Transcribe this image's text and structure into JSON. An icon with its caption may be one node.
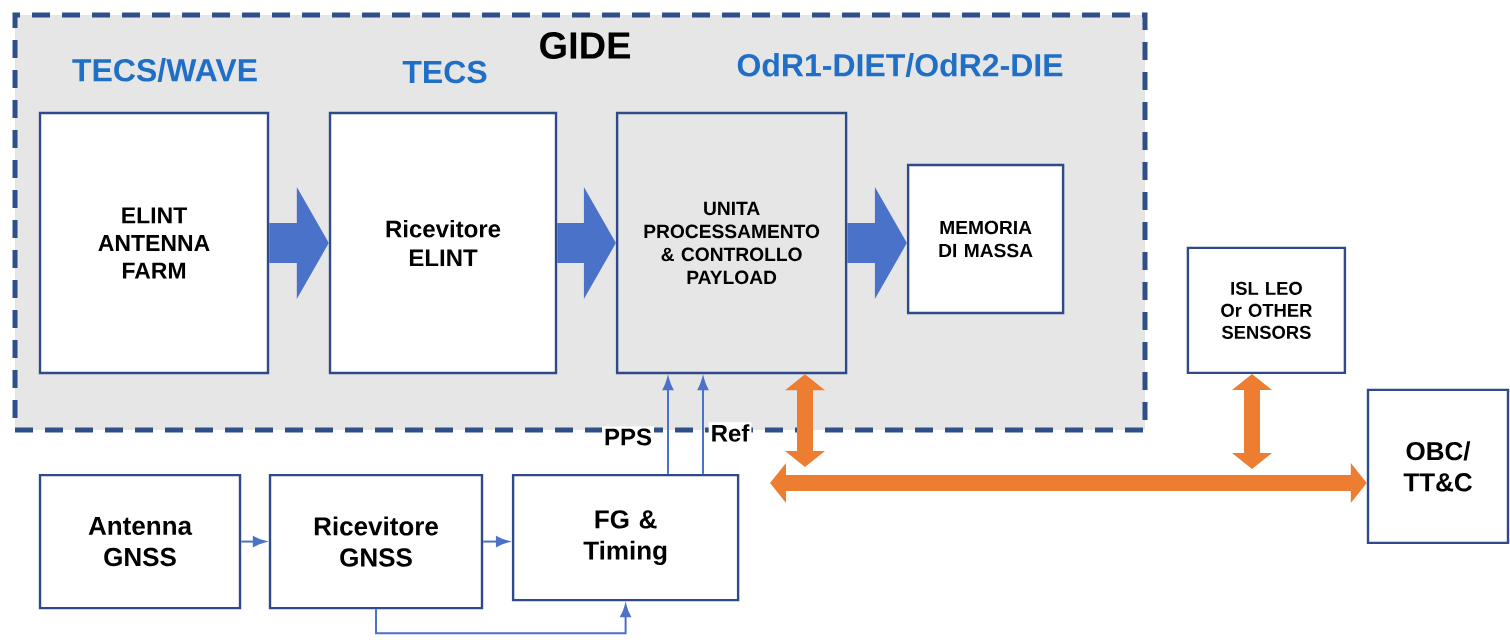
{
  "diagram": {
    "nodes": [
      {
        "text": [
          "GIDE"
        ]
      },
      {
        "text": [
          "ELINT ANTENNA FARM"
        ],
        "in": 0
      },
      {
        "text": [
          "Ricevitore ELINT"
        ],
        "in": 0
      },
      {
        "text": [
          "UNITA PROCESSAMENTO & CONTROLLO PAYLOAD"
        ],
        "in": 0
      },
      {
        "text": [
          "MEMORIA DI MASSA"
        ],
        "in": 0
      },
      {
        "text": [
          "ISL LEO Or OTHER SENSORS"
        ]
      },
      {
        "text": [
          "OBC/ TT&C"
        ]
      },
      {
        "text": [
          "Antenna GNSS"
        ]
      },
      {
        "text": [
          "Ricevitore GNSS"
        ]
      },
      {
        "text": [
          "FG & Timing"
        ]
      }
    ],
    "edges": [
      {
        "from": 1,
        "to": 2,
        "arrow": "to",
        "style": "thick"
      },
      {
        "from": 2,
        "to": 3,
        "arrow": "to",
        "style": "thick"
      },
      {
        "from": 3,
        "to": 4,
        "arrow": "to",
        "style": "thick"
      },
      {
        "from": 7,
        "to": 8,
        "arrow": "to"
      },
      {
        "from": 8,
        "to": 9,
        "arrow": "to"
      },
      {
        "from": 8,
        "to": 9,
        "arrow": "to"
      },
      {
        "from": 9,
        "to": 3,
        "arrow": "to",
        "label": "PPS"
      },
      {
        "from": 9,
        "to": 3,
        "arrow": "to",
        "label": "Ref"
      },
      {
        "from": null,
        "to": 6,
        "arrow": "both",
        "style": "thick",
        "color": "#ed7d31"
      },
      {
        "from": 3,
        "to": null,
        "arrow": "both",
        "style": "thick",
        "color": "#ed7d31"
      },
      {
        "from": 5,
        "to": null,
        "arrow": "both",
        "style": "thick",
        "color": "#ed7d31"
      }
    ],
    "labels": [
      "TECS/WAVE",
      "TECS",
      "OdR1-DIET/OdR2-DIE"
    ]
  }
}
